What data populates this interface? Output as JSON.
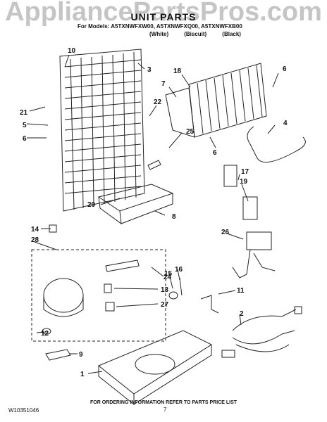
{
  "watermark": "AppliancePartsPros.com",
  "header": {
    "title": "UNIT PARTS",
    "models": "For Models: A5TXNWFXW00, A5TXNWFXQ00, A5TXNWFXB00",
    "variants": [
      "(White)",
      "(Biscuit)",
      "(Black)"
    ]
  },
  "callouts": [
    "10",
    "3",
    "18",
    "7",
    "6",
    "22",
    "21",
    "5",
    "6",
    "25",
    "6",
    "4",
    "17",
    "19",
    "20",
    "8",
    "14",
    "28",
    "26",
    "24",
    "13",
    "27",
    "15",
    "16",
    "11",
    "12",
    "2",
    "9",
    "1"
  ],
  "footer": {
    "note": "FOR ORDERING INFORMATION REFER TO PARTS PRICE LIST",
    "doc_id": "W10351046",
    "page": "7"
  }
}
